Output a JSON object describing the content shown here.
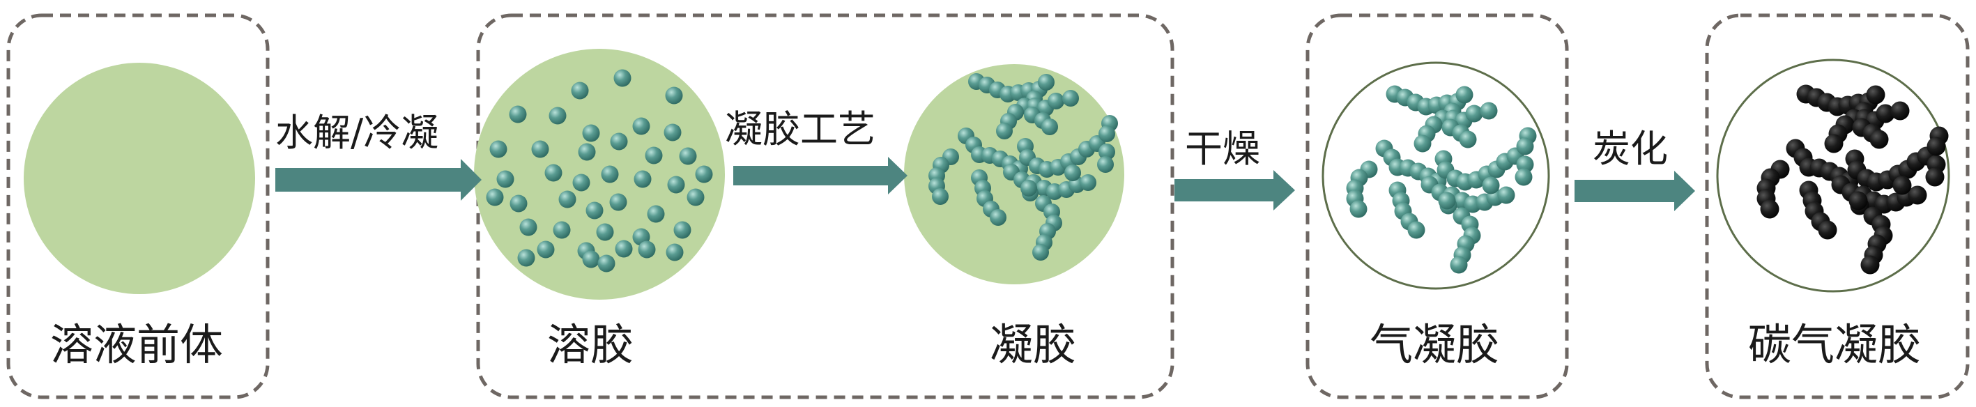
{
  "stages": {
    "precursor": "溶液前体",
    "sol": "溶胶",
    "gel": "凝胶",
    "aerogel": "气凝胶",
    "carbon_aerogel": "碳气凝胶"
  },
  "arrows": {
    "hydrolysis": "水解/冷凝",
    "gelation": "凝胶工艺",
    "drying": "干燥",
    "carbonization": "炭化"
  },
  "colors": {
    "box_border": "#6e6763",
    "solution_fill": "#bdd6a0",
    "particle": "#4f8f86",
    "particle_highlight": "#9fd0c6",
    "arrow": "#4d8580",
    "carbon_particle": "#161616",
    "ring": "#5d6e4a"
  },
  "icons": {
    "box": "dashed-rounded-box",
    "arrow": "right-arrow-icon",
    "particle": "sphere-particle"
  }
}
